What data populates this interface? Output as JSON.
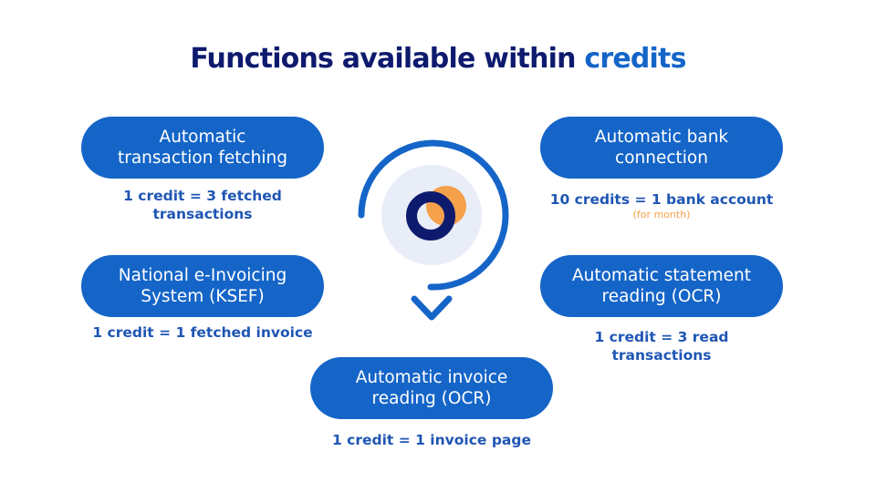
{
  "title": {
    "main": "Functions available within ",
    "accent": "credits"
  },
  "colors": {
    "navy": "#0d1a6e",
    "blue": "#1565c8",
    "caption_blue": "#1f56b4",
    "orange": "#f5a04b",
    "logo_bg": "#e8edf7"
  },
  "functions": [
    {
      "name_line1": "Automatic",
      "name_line2": "transaction fetching",
      "cost_line1": "1 credit = 3 fetched",
      "cost_line2": "transactions"
    },
    {
      "name_line1": "Automatic bank",
      "name_line2": "connection",
      "cost_line1": "10 credits = 1 bank account",
      "cost_note": "(for month)"
    },
    {
      "name_line1": "National e-Invoicing",
      "name_line2": "System (KSEF)",
      "cost_line1": "1 credit = 1 fetched invoice"
    },
    {
      "name_line1": "Automatic statement",
      "name_line2": "reading (OCR)",
      "cost_line1": "1 credit = 3 read",
      "cost_line2": "transactions"
    },
    {
      "name_line1": "Automatic invoice",
      "name_line2": "reading (OCR)",
      "cost_line1": "1 credit = 1 invoice page"
    }
  ],
  "icons": {
    "center": "app-logo-icon",
    "cycle": "circular-arrow-icon"
  }
}
